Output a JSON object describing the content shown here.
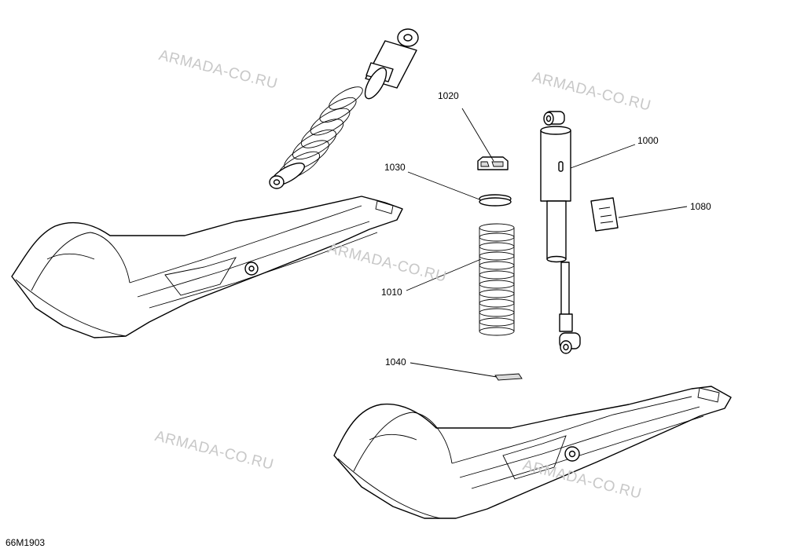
{
  "figure_code": "66M1903",
  "watermark_text": "ARMADA-CO.RU",
  "callouts": [
    {
      "id": "1020",
      "label": "1020"
    },
    {
      "id": "1030",
      "label": "1030"
    },
    {
      "id": "1000",
      "label": "1000"
    },
    {
      "id": "1080",
      "label": "1080"
    },
    {
      "id": "1010",
      "label": "1010"
    },
    {
      "id": "1040",
      "label": "1040"
    }
  ],
  "colors": {
    "line": "#000000",
    "watermark": "#c8c8c8",
    "background": "#ffffff"
  }
}
